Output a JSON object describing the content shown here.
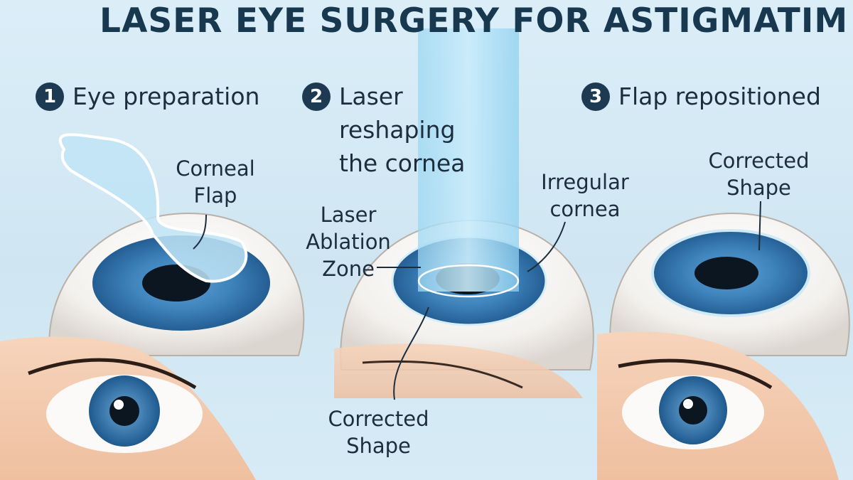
{
  "title": "LASER EYE SURGERY FOR ASTIGMATIM",
  "steps": [
    {
      "number": "1",
      "label": "Eye preparation"
    },
    {
      "number": "2",
      "label": "Laser\nreshaping\nthe cornea"
    },
    {
      "number": "3",
      "label": "Flap repositioned"
    }
  ],
  "labels": {
    "corneal_flap": "Corneal\nFlap",
    "laser_ablation_zone": "Laser\nAblation\nZone",
    "irregular_cornea": "Irregular\ncornea",
    "corrected_shape_step2": "Corrected\nShape",
    "corrected_shape_step3": "Corrected\nShape"
  },
  "colors": {
    "background": "#d3e9f4",
    "title": "#17384f",
    "badge": "#1d3a52",
    "iris": "#3d7fb8",
    "skin": "#f3c9ad",
    "laser_beam": "#8fd0f0"
  }
}
